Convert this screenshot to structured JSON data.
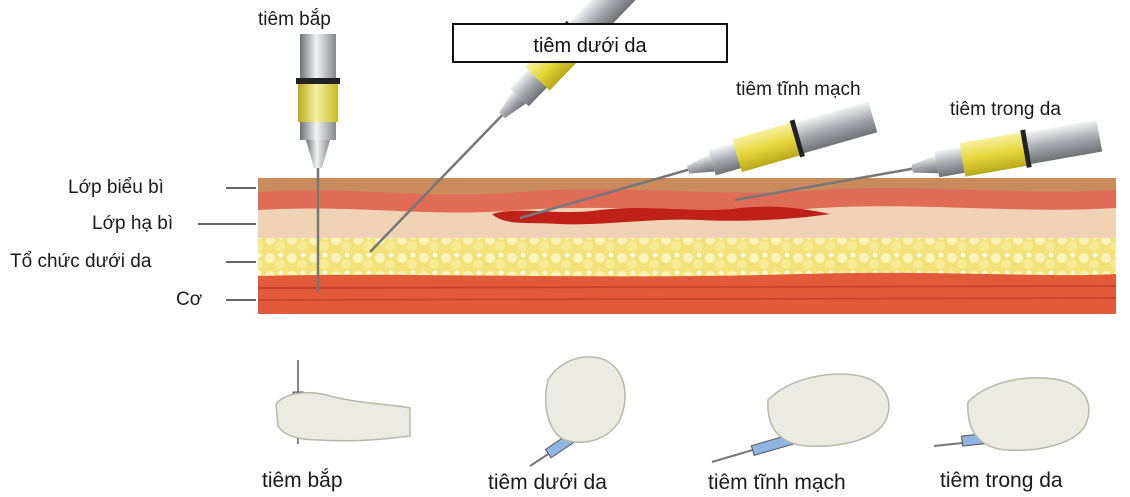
{
  "injections": {
    "intramuscular": "tiêm bắp",
    "subcutaneous": "tiêm dưới da",
    "intravenous": "tiêm tĩnh mạch",
    "intradermal": "tiêm trong da"
  },
  "layers": {
    "epidermis": "Lớp biểu bì",
    "dermis": "Lớp hạ bì",
    "subcutaneous_tissue": "Tổ chức dưới da",
    "muscle": "Cơ"
  },
  "colors": {
    "skin_top": "#c98a5c",
    "dermis_red": "#e06b57",
    "dermis_pale": "#f0d2b4",
    "fat": "#f3e27a",
    "fat_light": "#fbf3b8",
    "muscle": "#e35a3a",
    "vein": "#c0201a",
    "barrel": "#e8dc4a",
    "metal": "#b9bcc0",
    "glove": "#ecebe3"
  },
  "icons": {
    "syringe": "syringe-icon",
    "hand": "gloved-hand-icon"
  }
}
